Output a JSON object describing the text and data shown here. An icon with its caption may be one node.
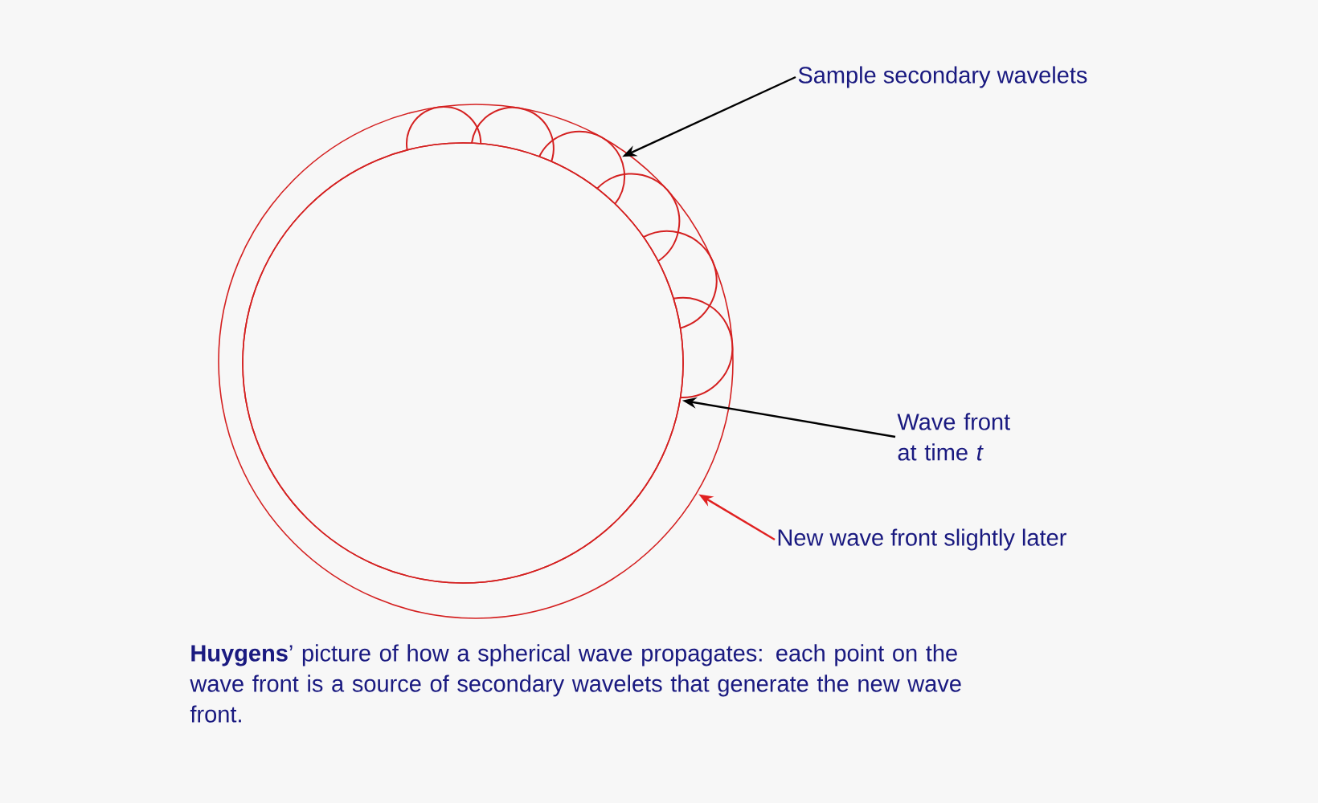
{
  "diagram": {
    "caption": "**Huygens**’ picture of how a spherical wave propagates:  each point on the wave front is a source of secondary wavelets that generate the new wave front.",
    "nodes": [
      {
        "text": [],
        "shape": "circle"
      },
      {
        "text": [],
        "shape": "circle",
        "in": 0
      },
      {
        "text": [],
        "shape": "circle",
        "in": 0
      },
      {
        "text": [
          "Sample secondary wavelets"
        ]
      },
      {
        "text": [
          "Wave front at time *t*"
        ]
      },
      {
        "text": [
          "New wave front slightly later"
        ]
      }
    ],
    "edges": [
      {
        "from": 3,
        "to": 2,
        "arrow": "to"
      },
      {
        "from": 4,
        "to": 1,
        "arrow": "to"
      },
      {
        "from": 5,
        "to": 0,
        "arrow": "to",
        "color": "#e02020"
      }
    ]
  }
}
